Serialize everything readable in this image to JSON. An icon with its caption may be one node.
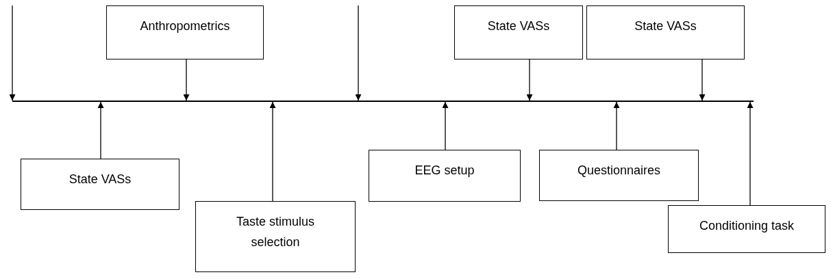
{
  "diagram": {
    "nodes": [
      {
        "text": [
          "Anthropometrics"
        ]
      },
      {
        "text": [
          "State VASs"
        ]
      },
      {
        "text": [
          "State VASs"
        ]
      },
      {
        "text": [],
        "shape": "bar"
      },
      {
        "text": [
          "State VASs"
        ]
      },
      {
        "text": [
          "EEG setup"
        ]
      },
      {
        "text": [
          "Questionnaires"
        ]
      },
      {
        "text": [
          "Taste stimulus selection"
        ]
      },
      {
        "text": [
          "Conditioning task"
        ]
      }
    ],
    "edges": [
      {
        "from": null,
        "to": 3,
        "arrow": "to"
      },
      {
        "from": 4,
        "to": 3,
        "arrow": "to"
      },
      {
        "from": 0,
        "to": 3,
        "arrow": "to"
      },
      {
        "from": 7,
        "to": 3,
        "arrow": "to"
      },
      {
        "from": null,
        "to": 3,
        "arrow": "to"
      },
      {
        "from": 5,
        "to": 3,
        "arrow": "to"
      },
      {
        "from": 1,
        "to": 3,
        "arrow": "to"
      },
      {
        "from": 6,
        "to": 3,
        "arrow": "to"
      },
      {
        "from": 2,
        "to": 3,
        "arrow": "to"
      },
      {
        "from": 8,
        "to": 3,
        "arrow": "to"
      }
    ]
  }
}
